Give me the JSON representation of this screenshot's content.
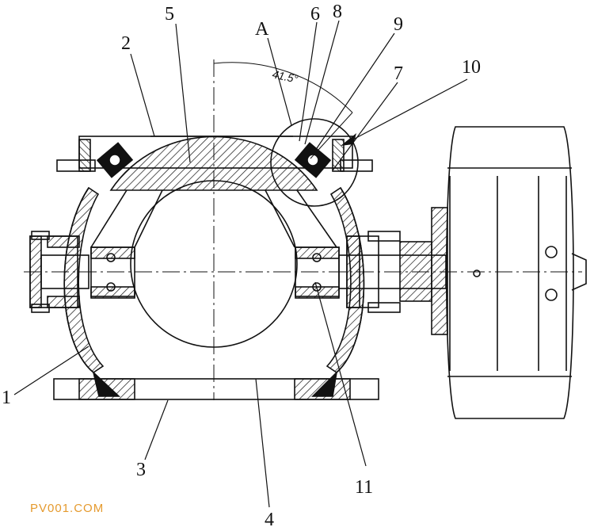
{
  "labels": {
    "l1": "1",
    "l2": "2",
    "l3": "3",
    "l4": "4",
    "l5": "5",
    "l6": "6",
    "l7": "7",
    "l8": "8",
    "l9": "9",
    "l10": "10",
    "l11": "11",
    "lA": "A"
  },
  "angle": "41.5°",
  "watermark": "PV001.COM"
}
